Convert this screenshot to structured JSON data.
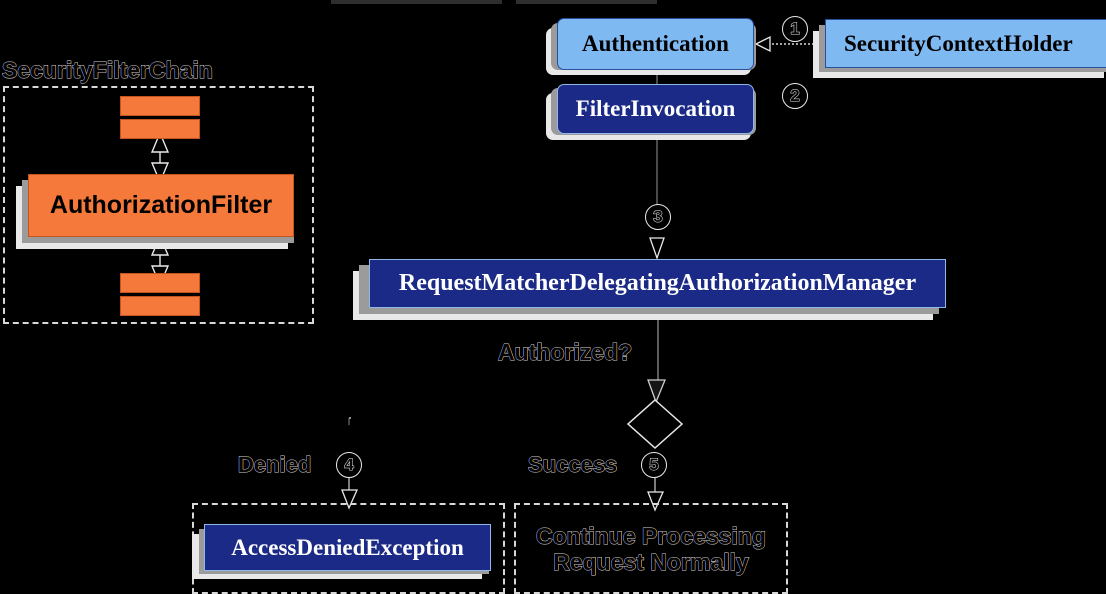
{
  "diagram": {
    "title": "Spring Security Authorization Architecture",
    "background": "#000000",
    "colors": {
      "light_blue": "#7fb9f2",
      "navy": "#1b2a86",
      "orange": "#f4793b",
      "outline_white": "#e9e9e9",
      "shadow_light": "#e8e8e8",
      "shadow_dark": "#9b9b9b"
    }
  },
  "filter_chain": {
    "label": "SecurityFilterChain",
    "main_filter": "AuthorizationFilter",
    "bar_count_above": 2,
    "bar_count_below": 2
  },
  "nodes": {
    "authentication": "Authentication",
    "filter_invocation": "FilterInvocation",
    "security_context_holder": "SecurityContextHolder",
    "authorization_manager": "RequestMatcherDelegatingAuthorizationManager",
    "access_denied_exception": "AccessDeniedException",
    "continue_processing_line1": "Continue Processing",
    "continue_processing_line2": "Request Normally"
  },
  "labels": {
    "authorized_question": "Authorized?",
    "denied": "Denied",
    "success": "Success"
  },
  "step_markers": {
    "one": "1",
    "two": "2",
    "three": "3",
    "four": "4",
    "five": "5"
  }
}
